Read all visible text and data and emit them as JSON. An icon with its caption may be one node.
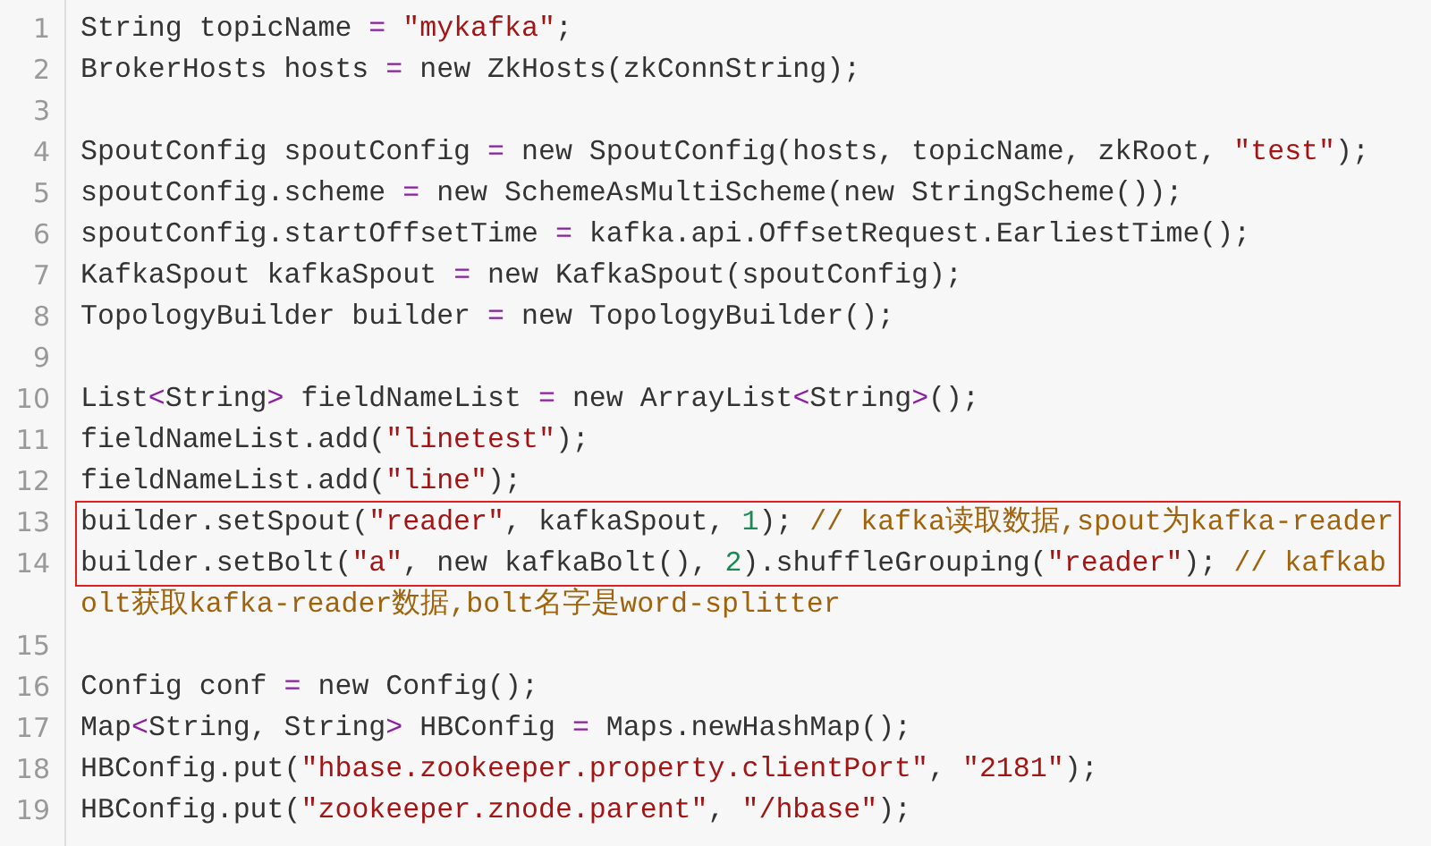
{
  "diagram": {
    "labels": [
      "1",
      "String topicName = \"mykafka\";",
      "2",
      "BrokerHosts hosts = new ZkHosts(zkConnString);",
      "3",
      "4",
      "SpoutConfig spoutConfig = new SpoutConfig(hosts, topicName, zkRoot, \"test\");",
      "5",
      "spoutConfig.scheme = new SchemeAsMultiScheme(new StringScheme());",
      "6",
      "spoutConfig.startOffsetTime = kafka.api.OffsetRequest.EarliestTime();",
      "7",
      "KafkaSpout kafkaSpout = new KafkaSpout(spoutConfig);",
      "8",
      "TopologyBuilder builder = new TopologyBuilder();",
      "9",
      "10",
      "List<String> fieldNameList = new ArrayList<String>();",
      "11",
      "fieldNameList.add(\"linetest\");",
      "12",
      "fieldNameList.add(\"line\");",
      "13",
      "builder.setSpout(\"reader\", kafkaSpout, 1); // kafka读取数据,spout为kafka-reader",
      "14",
      "builder.setBolt(\"a\", new kafkaBolt(), 2).shuffleGrouping(\"reader\"); // kafkabolt获取kafka-reader数据,bolt名字是word-splitter",
      "15",
      "16",
      "Config conf = new Config();",
      "17",
      "Map<String, String> HBConfig = Maps.newHashMap();",
      "18",
      "HBConfig.put(\"hbase.zookeeper.property.clientPort\", \"2181\");",
      "19",
      "HBConfig.put(\"zookeeper.znode.parent\", \"/hbase\");"
    ]
  }
}
